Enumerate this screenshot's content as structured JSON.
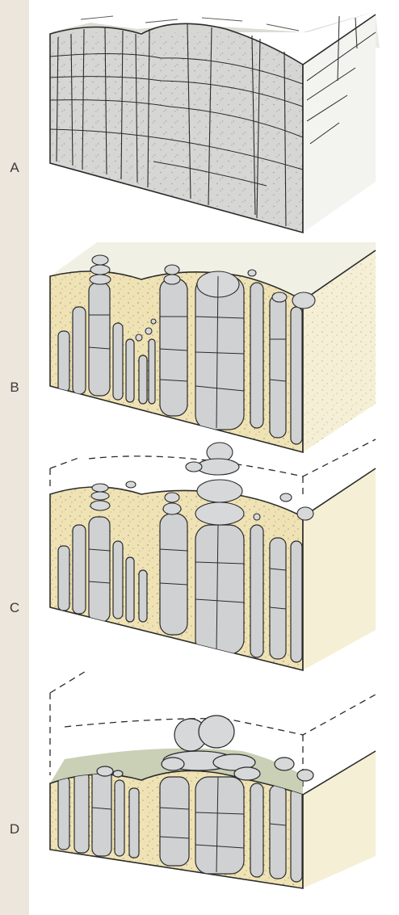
{
  "stages": [
    {
      "id": "A",
      "label": "A",
      "state": "jointed bedrock"
    },
    {
      "id": "B",
      "label": "B",
      "state": "weathering along joints"
    },
    {
      "id": "C",
      "label": "C",
      "state": "partial stripping of regolith"
    },
    {
      "id": "D",
      "label": "D",
      "state": "exposed corestones (tor)"
    }
  ],
  "colors": {
    "label_strip": "#ece6dc",
    "rock": "#cfd1d3",
    "rock_dark": "#a9acae",
    "regolith": "#f0e3b4",
    "vegetation": "#a9b48a",
    "ink": "#2a2a2a"
  }
}
